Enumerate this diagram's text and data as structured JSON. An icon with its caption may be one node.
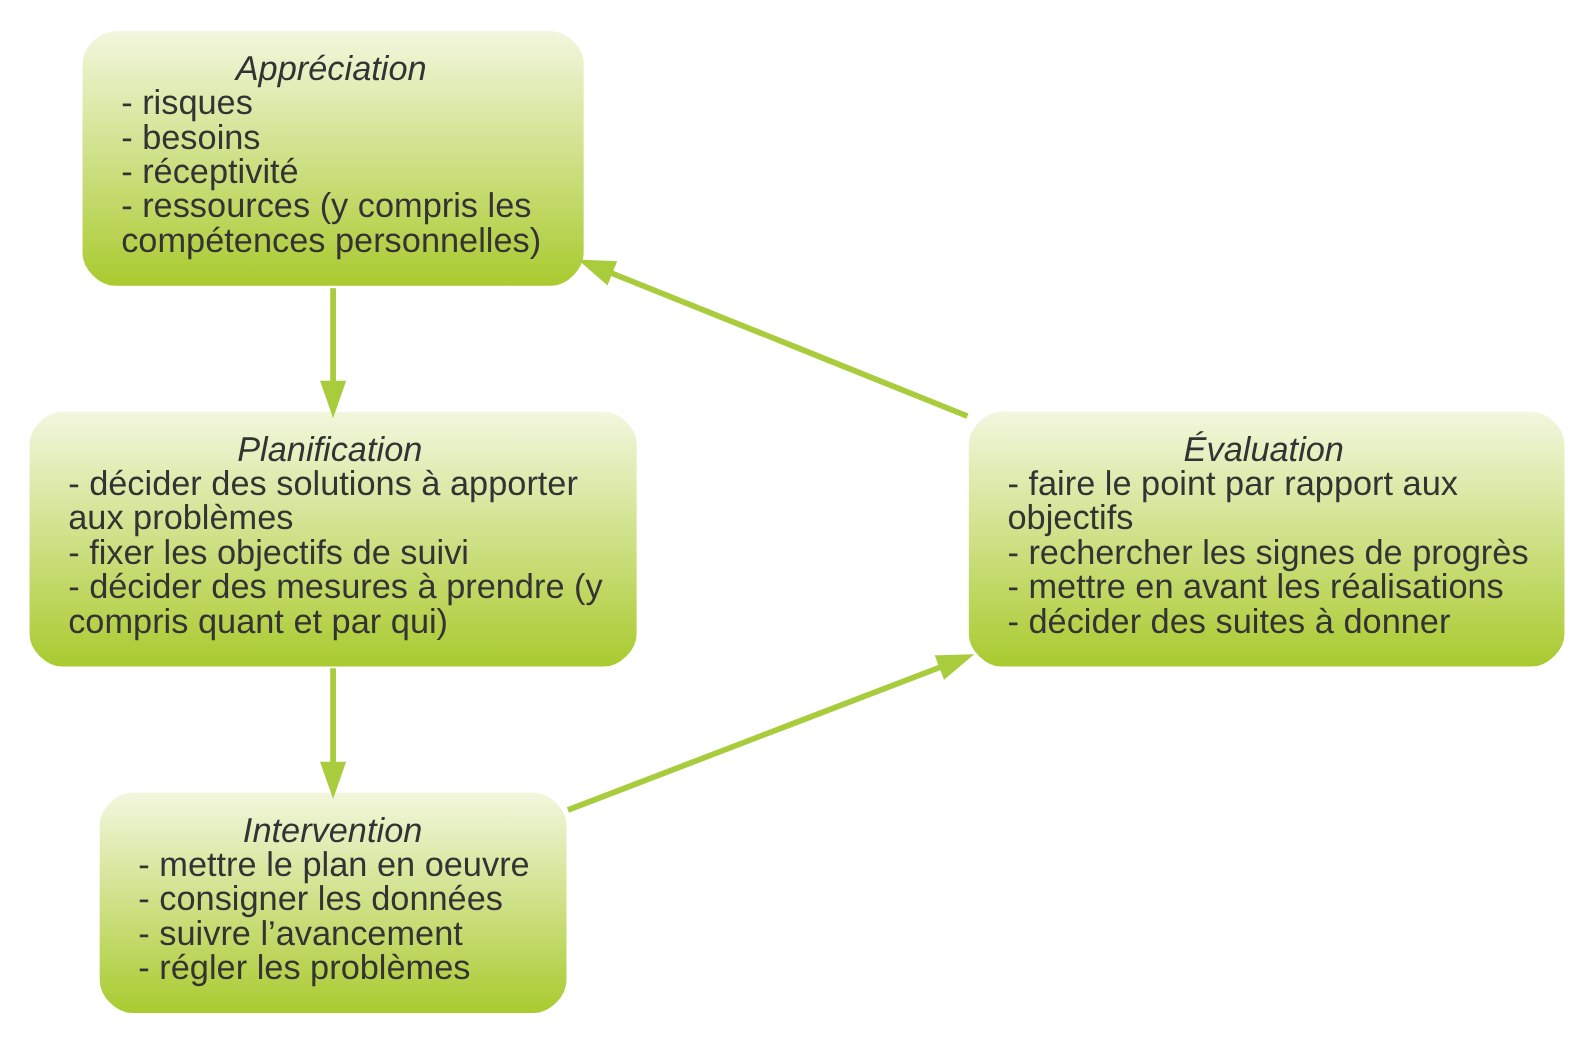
{
  "diagram": {
    "nodes": [
      {
        "text": [
          "Appréciation",
          "- risques",
          "- besoins",
          "- réceptivité",
          "- ressources (y compris les compétences personnelles)"
        ]
      },
      {
        "text": [
          "Planification",
          "- décider des solutions à apporter aux problèmes",
          "- fixer les objectifs de suivi",
          "- décider des mesures à prendre (y compris quant et par qui)"
        ]
      },
      {
        "text": [
          "Intervention",
          "- mettre le plan en oeuvre",
          "- consigner les données",
          "- suivre l’avancement",
          "- régler les problèmes"
        ]
      },
      {
        "text": [
          "Évaluation",
          "- faire le point par rapport aux objectifs",
          "- rechercher les signes de progrès",
          "- mettre en avant les réalisations",
          "- décider des suites à donner"
        ]
      }
    ],
    "edges": [
      {
        "from": 0,
        "to": 1,
        "arrow": "to",
        "color": "#a8cc3c"
      },
      {
        "from": 1,
        "to": 2,
        "arrow": "to",
        "color": "#a8cc3c"
      },
      {
        "from": 2,
        "to": 3,
        "arrow": "to",
        "color": "#a8cc3c"
      },
      {
        "from": 3,
        "to": 0,
        "arrow": "to",
        "color": "#a8cc3c"
      }
    ]
  }
}
